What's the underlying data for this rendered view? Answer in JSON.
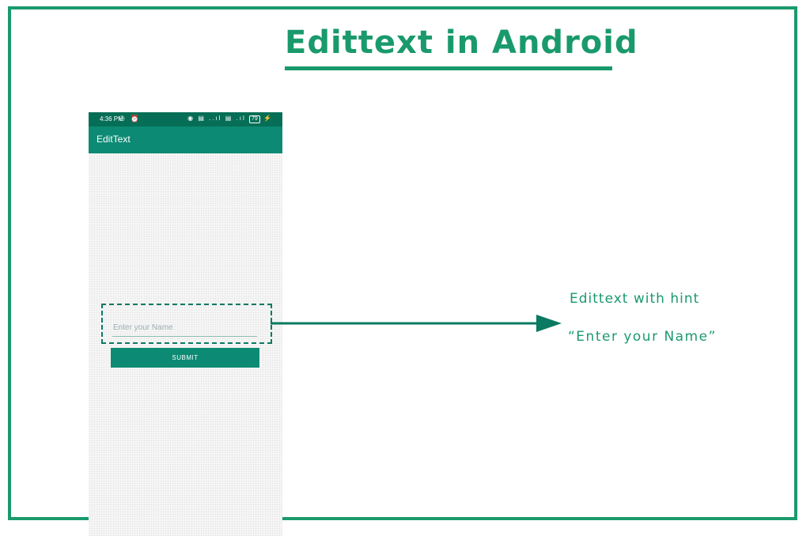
{
  "header": {
    "title": "Edittext in Android"
  },
  "phone": {
    "status_time": "4:36 PM",
    "status_left_icons": "⚇ ⏰",
    "status_right_icons": "◉ ▤ ..ıl ▤ .ıl",
    "battery": "79",
    "app_title": "EditText",
    "edittext_placeholder": "Enter your Name",
    "edittext_value": "",
    "submit_label": "SUBMIT"
  },
  "annotation": {
    "line1": "Edittext with hint",
    "line2": "“Enter your Name”"
  },
  "colors": {
    "accent": "#1a9a6c",
    "app_bar": "#0c8a73",
    "status_bar": "#066e56"
  }
}
